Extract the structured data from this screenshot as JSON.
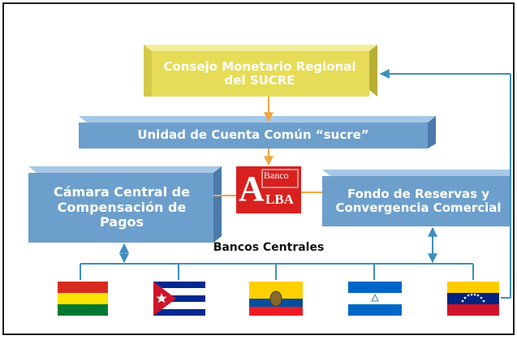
{
  "nodes": {
    "consejo": "Consejo Monetario Regional del SUCRE",
    "unidad": "Unidad de Cuenta Común “sucre”",
    "camara": "Cámara Central de Compensación de Pagos",
    "fondo": "Fondo de Reservas y Convergencia Comercial",
    "bancos_centrales": "Bancos Centrales"
  },
  "logo": {
    "top": "Banco",
    "mark": "A",
    "bottom": "LBA"
  },
  "flags": [
    "Bolivia",
    "Cuba",
    "Ecuador",
    "Nicaragua",
    "Venezuela"
  ],
  "colors": {
    "consejo_box": "#e6dc58",
    "blue_box": "#6d9fcc",
    "connector_orange": "#f0a640",
    "connector_blue": "#3d8fbf",
    "logo_red": "#d8211e"
  }
}
